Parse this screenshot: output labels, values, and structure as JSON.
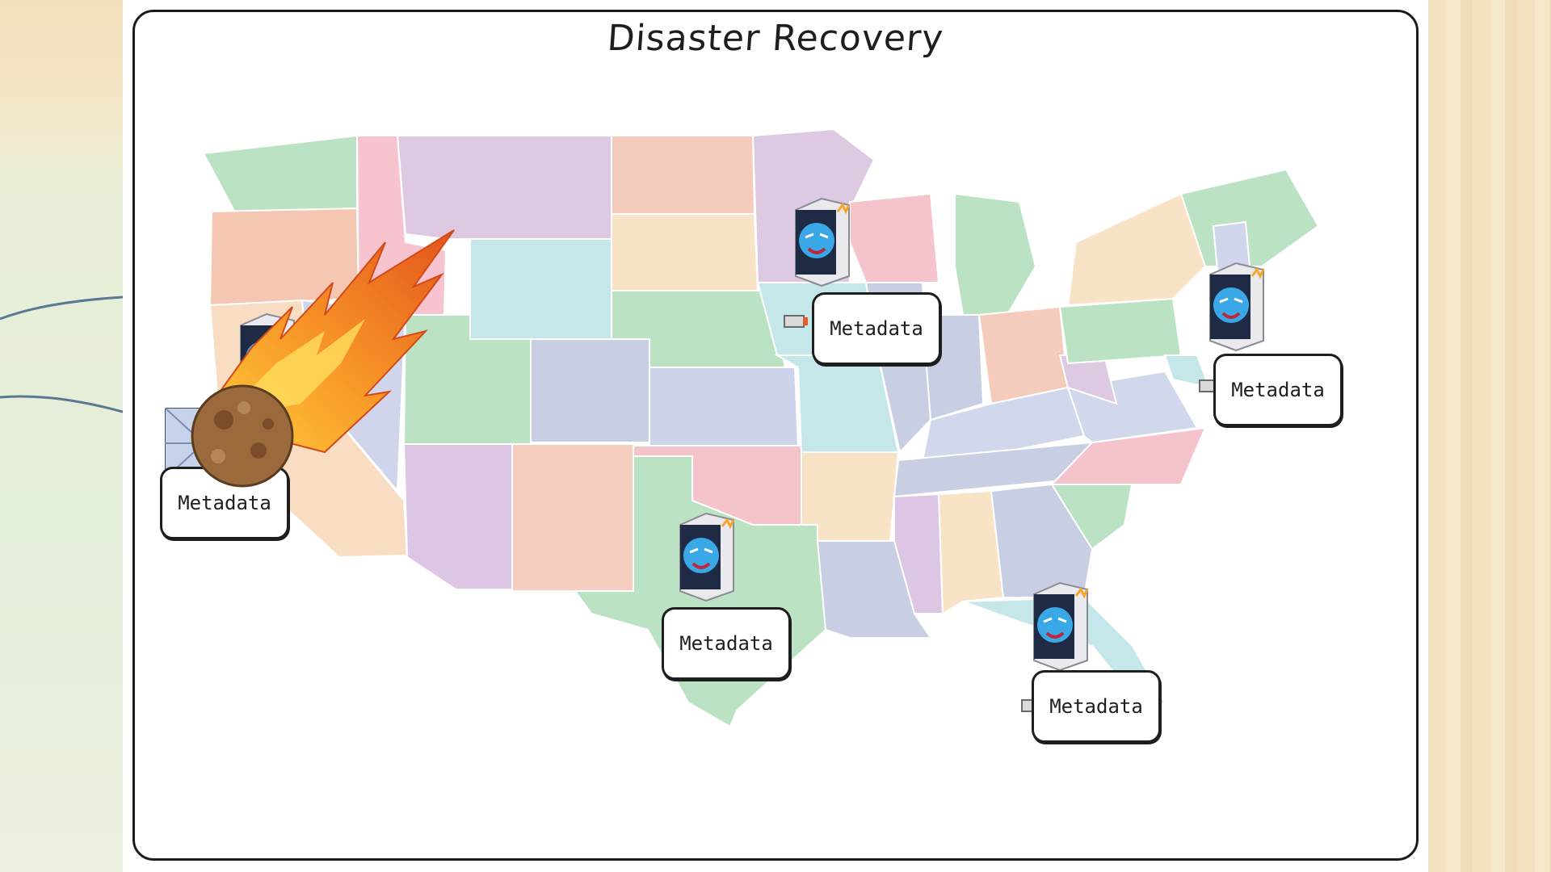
{
  "slide": {
    "title": "Disaster Recovery"
  },
  "nodes": [
    {
      "id": "west",
      "label": "Metadata",
      "status": "destroyed"
    },
    {
      "id": "midwest",
      "label": "Metadata",
      "status": "ok"
    },
    {
      "id": "northeast",
      "label": "Metadata",
      "status": "ok"
    },
    {
      "id": "texas",
      "label": "Metadata",
      "status": "ok"
    },
    {
      "id": "southeast",
      "label": "Metadata",
      "status": "ok"
    }
  ],
  "icons": {
    "server": "tiger-server-icon",
    "disaster": "meteor-icon",
    "map": "usa-states-map"
  },
  "colors": {
    "frame": "#1e1e1e",
    "meteor_fire": "#f26a1b",
    "meteor_rock": "#9a6a3d",
    "tiger_blue": "#3aa8e6"
  }
}
